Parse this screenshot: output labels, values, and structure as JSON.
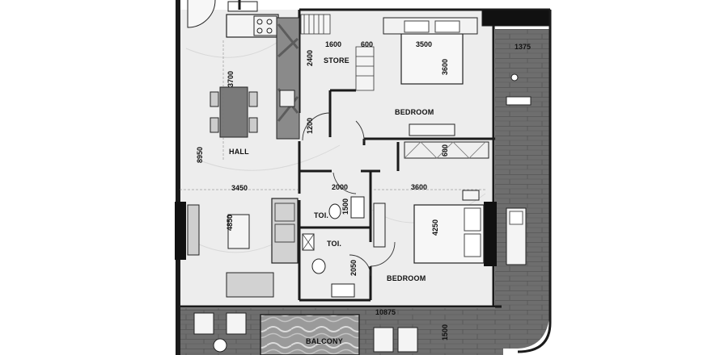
{
  "rooms": {
    "store": "STORE",
    "bedroom_top": "BEDROOM",
    "hall": "HALL",
    "toilet_1": "TOI.",
    "toilet_2": "TOI.",
    "bedroom_bottom": "BEDROOM",
    "balcony": "BALCONY"
  },
  "dimensions": {
    "store_width": "1600",
    "store_gap": "600",
    "bedroom_top_width": "3500",
    "terrace_width": "1375",
    "store_height": "2400",
    "bedroom_top_height": "3600",
    "hall_length": "3700",
    "door_width": "1200",
    "overall_height": "8950",
    "wardrobe_depth": "600",
    "hall_width": "3450",
    "toilet_width": "2000",
    "bedroom_bottom_width": "3600",
    "toilet_height": "1500",
    "living_height": "4850",
    "bedroom_bottom_height": "4250",
    "toilet2_height": "2050",
    "overall_width": "10875",
    "balcony_depth": "1500"
  },
  "colors": {
    "wall": "#1a1a1a",
    "marble_floor": "#ececec",
    "wood_deck": "#6e6e6e",
    "pool": "#9a9a9a"
  }
}
